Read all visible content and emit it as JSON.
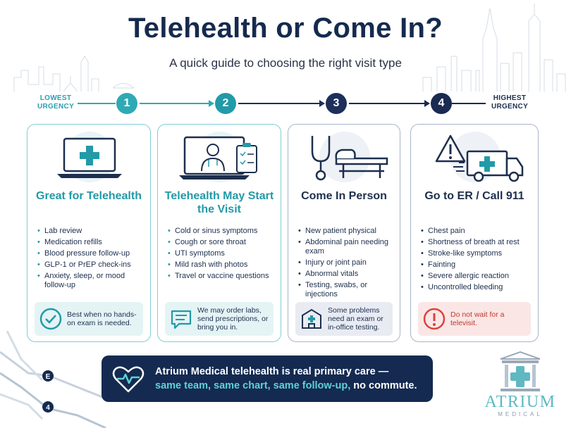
{
  "title": "Telehealth or Come In?",
  "subtitle": "A quick guide to choosing the right visit type",
  "urgency": {
    "low": "LOWEST URGENCY",
    "high": "HIGHEST URGENCY"
  },
  "steps": [
    "1",
    "2",
    "3",
    "4"
  ],
  "cards": [
    {
      "title": "Great for Telehealth",
      "items": [
        "Lab review",
        "Medication refills",
        "Blood pressure follow-up",
        "GLP-1 or PrEP check-ins",
        "Anxiety, sleep, or mood follow-up"
      ],
      "note": "Best when no hands-on exam is needed.",
      "icon": "laptop-cross-icon",
      "note_icon": "check-circle-icon"
    },
    {
      "title": "Telehealth May Start the Visit",
      "items": [
        "Cold or sinus symptoms",
        "Cough or sore throat",
        "UTI symptoms",
        "Mild rash with photos",
        "Travel or vaccine questions"
      ],
      "note": "We may order labs, send prescriptions, or bring you in.",
      "icon": "video-doctor-clipboard-icon",
      "note_icon": "chat-bubble-icon"
    },
    {
      "title": "Come In Person",
      "items": [
        "New patient physical",
        "Abdominal pain needing exam",
        "Injury or joint pain",
        "Abnormal vitals",
        "Testing, swabs, or injections"
      ],
      "note": "Some problems need an exam or in-office testing.",
      "icon": "stethoscope-exam-table-icon",
      "note_icon": "clinic-building-icon"
    },
    {
      "title": "Go to ER / Call 911",
      "items": [
        "Chest pain",
        "Shortness of breath at rest",
        "Stroke-like symptoms",
        "Fainting",
        "Severe allergic reaction",
        "Uncontrolled bleeding"
      ],
      "note": "Do not wait for a televisit.",
      "icon": "warning-ambulance-icon",
      "note_icon": "alert-circle-icon"
    }
  ],
  "banner": {
    "line1": "Atrium Medical telehealth is real primary care —",
    "same_team": "same team,",
    "same_chart": "same chart,",
    "same_followup": "same follow-up,",
    "no_commute": "no commute."
  },
  "logo": {
    "name": "ATRIUM",
    "sub": "MEDICAL"
  },
  "metro": {
    "e_label": "E",
    "four_label": "4"
  },
  "colors": {
    "teal": "#229aa8",
    "navy": "#142a50",
    "alert": "#d9443c"
  }
}
